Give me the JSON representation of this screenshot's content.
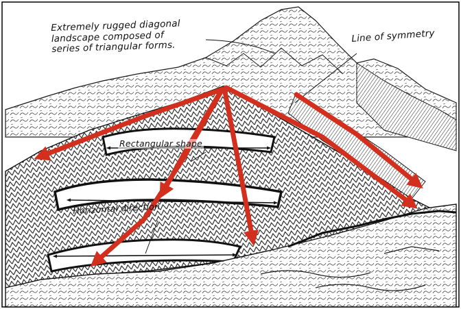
{
  "annotations": {
    "landscape_note": "Extremely rugged diagonal\nlandscape composed of\nseries of triangular forms.",
    "symmetry_note": "Line of symmetry",
    "rectangle_note": "Rectangular shape",
    "horizontal_note": "Horizontal direction"
  },
  "colors": {
    "arrow_red": "#d32f1e",
    "ink": "#141414",
    "paper": "#ffffff"
  }
}
